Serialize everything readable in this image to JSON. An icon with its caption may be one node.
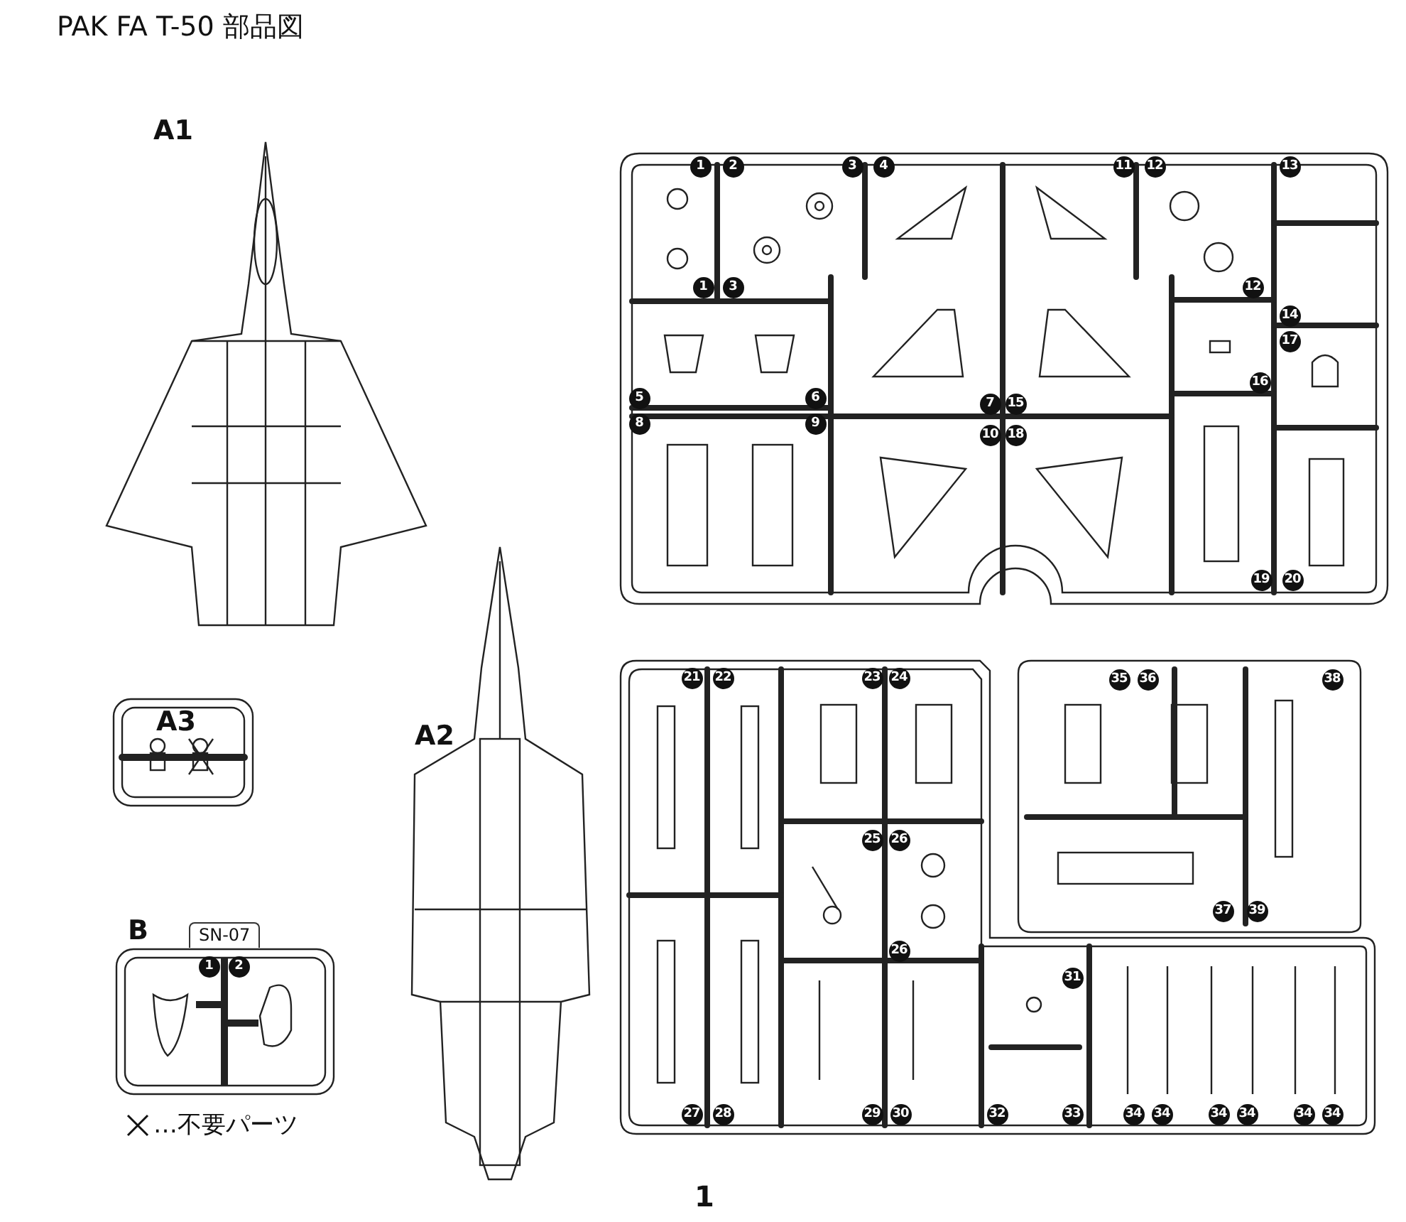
{
  "diagram": {
    "title": "PAK FA T-50 部品図",
    "labels": [
      "A1",
      "1",
      "2",
      "3",
      "4",
      "11",
      "12",
      "13",
      "1",
      "3",
      "12",
      "14",
      "17",
      "5",
      "6",
      "16",
      "8",
      "9",
      "7",
      "15",
      "10",
      "18",
      "19",
      "20",
      "A3",
      "A2",
      "B",
      "SN-07",
      "1",
      "2",
      "21",
      "22",
      "23",
      "24",
      "35",
      "36",
      "38",
      "25",
      "26",
      "26",
      "37",
      "39",
      "31",
      "27",
      "28",
      "29",
      "30",
      "32",
      "33",
      "34",
      "34",
      "34",
      "34",
      "34",
      "34",
      "1"
    ],
    "legend": [
      {
        "text": "…不要パーツ"
      }
    ]
  }
}
